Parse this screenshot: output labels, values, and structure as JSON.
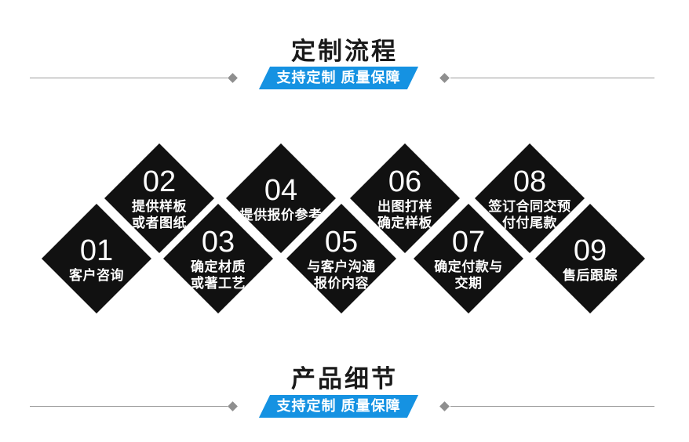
{
  "colors": {
    "accent_blue": "#1592e2",
    "diamond_black": "#111111",
    "line_gray": "#9b9b9b",
    "title_black": "#1a1a1a"
  },
  "sections": {
    "top": {
      "title": "定制流程",
      "banner": "支持定制 质量保障"
    },
    "bottom": {
      "title": "产品细节",
      "banner": "支持定制 质量保障"
    }
  },
  "steps": [
    {
      "num": "01",
      "lines": [
        "客户咨询"
      ]
    },
    {
      "num": "02",
      "lines": [
        "提供样板",
        "或者图纸"
      ]
    },
    {
      "num": "03",
      "lines": [
        "确定材质",
        "或著工艺"
      ]
    },
    {
      "num": "04",
      "lines": [
        "提供报价参考"
      ]
    },
    {
      "num": "05",
      "lines": [
        "与客户沟通",
        "报价内容"
      ]
    },
    {
      "num": "06",
      "lines": [
        "出图打样",
        "确定样板"
      ]
    },
    {
      "num": "07",
      "lines": [
        "确定付款与",
        "交期"
      ]
    },
    {
      "num": "08",
      "lines": [
        "签订合同交预",
        "付付尾款"
      ]
    },
    {
      "num": "09",
      "lines": [
        "售后跟踪"
      ]
    }
  ]
}
